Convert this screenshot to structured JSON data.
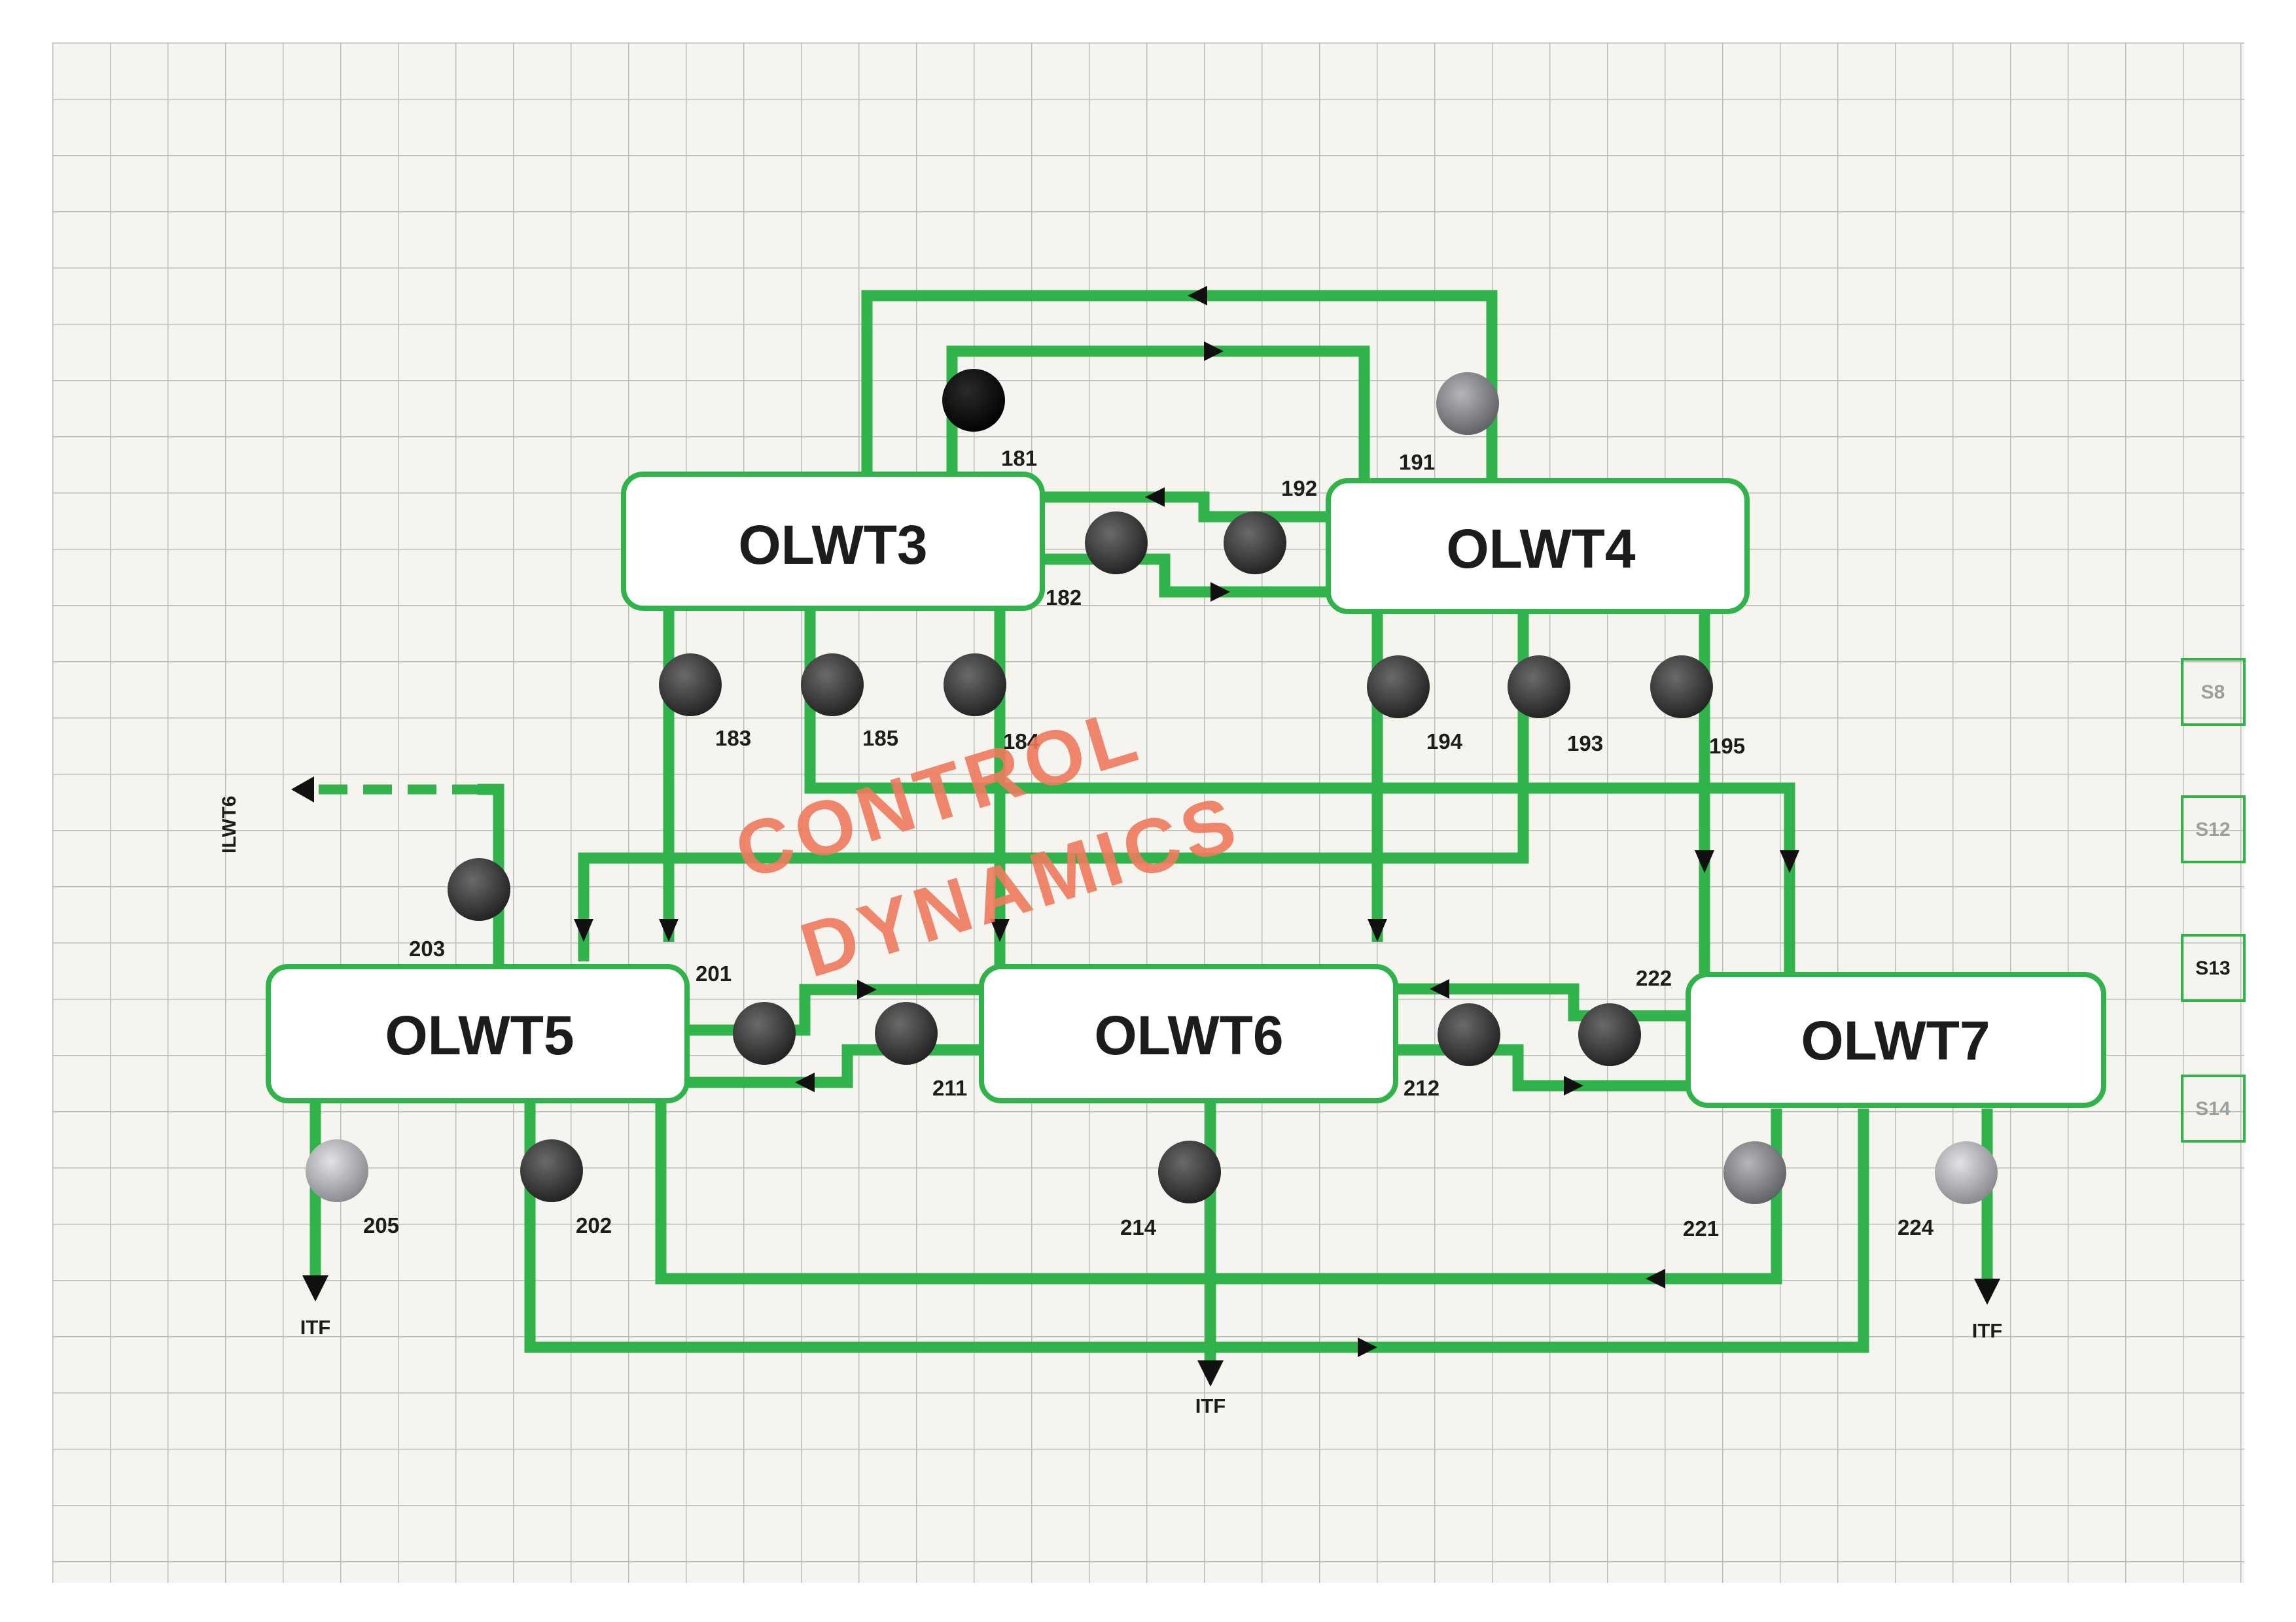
{
  "colors": {
    "pipe": "#2fb34a",
    "grid_line": "#b9bdb8",
    "panel": "#f5f4ee",
    "tank_fill": "#ffffff",
    "valve_dark": "#2a2a2a",
    "valve_gray": "#8e8f93",
    "watermark": "#ee7a5c"
  },
  "tanks": [
    {
      "id": "olwt3",
      "label": "OLWT3"
    },
    {
      "id": "olwt4",
      "label": "OLWT4"
    },
    {
      "id": "olwt5",
      "label": "OLWT5"
    },
    {
      "id": "olwt6",
      "label": "OLWT6"
    },
    {
      "id": "olwt7",
      "label": "OLWT7"
    }
  ],
  "valves": [
    {
      "tag": "181",
      "state": "black"
    },
    {
      "tag": "191",
      "state": "gray"
    },
    {
      "tag": "182",
      "state": "dark"
    },
    {
      "tag": "192",
      "state": "dark"
    },
    {
      "tag": "183",
      "state": "dark"
    },
    {
      "tag": "185",
      "state": "dark"
    },
    {
      "tag": "184",
      "state": "dark"
    },
    {
      "tag": "194",
      "state": "dark"
    },
    {
      "tag": "193",
      "state": "dark"
    },
    {
      "tag": "195",
      "state": "dark"
    },
    {
      "tag": "203",
      "state": "dark"
    },
    {
      "tag": "201",
      "state": "dark"
    },
    {
      "tag": "211",
      "state": "dark"
    },
    {
      "tag": "212",
      "state": "dark"
    },
    {
      "tag": "222",
      "state": "dark"
    },
    {
      "tag": "205",
      "state": "light"
    },
    {
      "tag": "202",
      "state": "dark"
    },
    {
      "tag": "214",
      "state": "dark"
    },
    {
      "tag": "221",
      "state": "gray"
    },
    {
      "tag": "224",
      "state": "light"
    }
  ],
  "outlets": {
    "itf_left": "ITF",
    "itf_center": "ITF",
    "itf_right": "ITF",
    "ilwt6": "ILWT6"
  },
  "side_buttons": [
    "S8",
    "S12",
    "S13",
    "S14"
  ],
  "watermark": {
    "line1": "CONTROL",
    "line2": "DYNAMICS"
  }
}
